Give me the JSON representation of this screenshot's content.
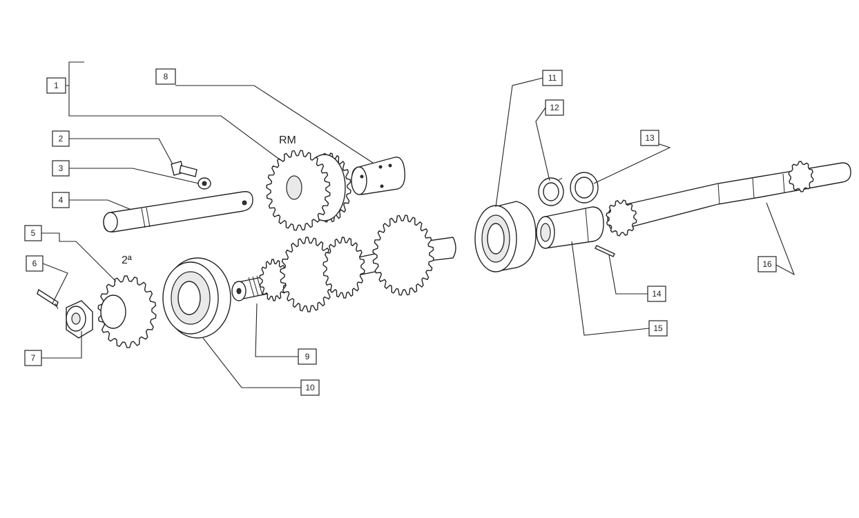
{
  "diagram": {
    "annotations": {
      "reverse_gear": "RM",
      "second_gear": "2ª"
    },
    "callouts": [
      {
        "id": "c1",
        "label": "1"
      },
      {
        "id": "c2",
        "label": "2"
      },
      {
        "id": "c3",
        "label": "3"
      },
      {
        "id": "c4",
        "label": "4"
      },
      {
        "id": "c5",
        "label": "5"
      },
      {
        "id": "c6",
        "label": "6"
      },
      {
        "id": "c7",
        "label": "7"
      },
      {
        "id": "c8",
        "label": "8"
      },
      {
        "id": "c9",
        "label": "9"
      },
      {
        "id": "c10",
        "label": "10"
      },
      {
        "id": "c11",
        "label": "11"
      },
      {
        "id": "c12",
        "label": "12"
      },
      {
        "id": "c13",
        "label": "13"
      },
      {
        "id": "c14",
        "label": "14"
      },
      {
        "id": "c15",
        "label": "15"
      },
      {
        "id": "c16",
        "label": "16"
      }
    ]
  }
}
